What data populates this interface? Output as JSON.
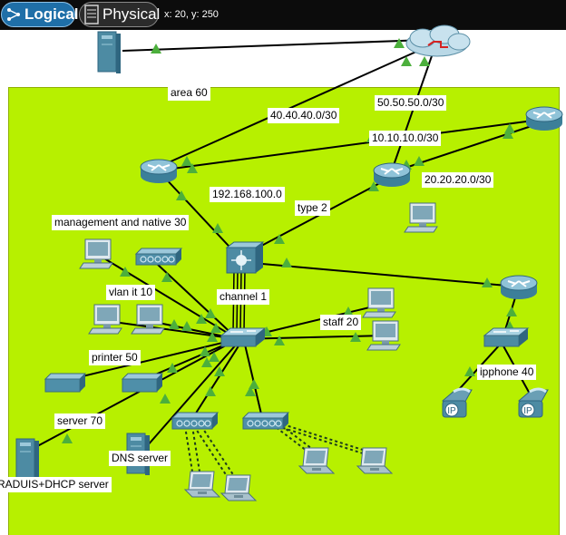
{
  "toolbar": {
    "logical_label": "Logical",
    "physical_label": "Physical",
    "coordinates": "x: 20, y: 250"
  },
  "colors": {
    "area_fill": "#b7f000",
    "link_up": "#4caf3c",
    "logical_tab": "#1f6fa8"
  },
  "labels": {
    "area": "area 60",
    "net_40": "40.40.40.0/30",
    "net_50": "50.50.50.0/30",
    "net_10": "10.10.10.0/30",
    "net_20": "20.20.20.0/30",
    "net_192": "192.168.100.0",
    "type": "type 2",
    "mgmt": "management and native  30",
    "vlan_it": "vlan it 10",
    "channel": "channel 1",
    "staff": "staff  20",
    "printer": "printer 50",
    "ipphone": "ipphone 40",
    "server": "server 70",
    "dns": "DNS server",
    "radius": "RADUIS+DHCP server"
  },
  "devices": {
    "cloud": "cloud-icon",
    "router": "router-icon",
    "multilayer_switch": "multilayer-switch-icon",
    "switch": "switch-icon",
    "hub": "hub-icon",
    "pc": "pc-icon",
    "laptop": "laptop-icon",
    "server": "server-icon",
    "printer": "printer-icon",
    "ip_phone": "ip-phone-icon",
    "ip_phone_badge": "IP"
  }
}
